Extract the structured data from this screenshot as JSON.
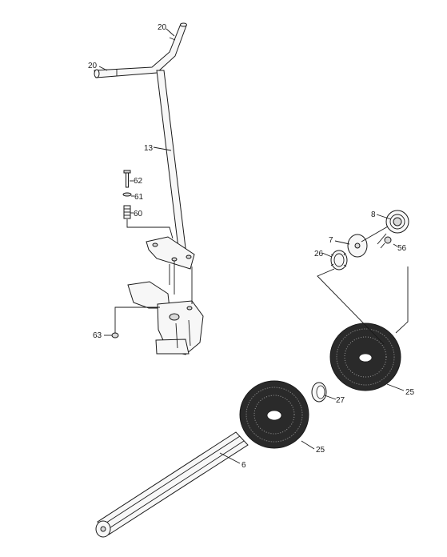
{
  "diagram": {
    "callouts": {
      "c20a": "20",
      "c20b": "20",
      "c13": "13",
      "c62": "62",
      "c61": "61",
      "c60": "60",
      "c63": "63",
      "c8": "8",
      "c7": "7",
      "c56": "56",
      "c26": "26",
      "c25a": "25",
      "c27": "27",
      "c25b": "25",
      "c6": "6"
    }
  }
}
